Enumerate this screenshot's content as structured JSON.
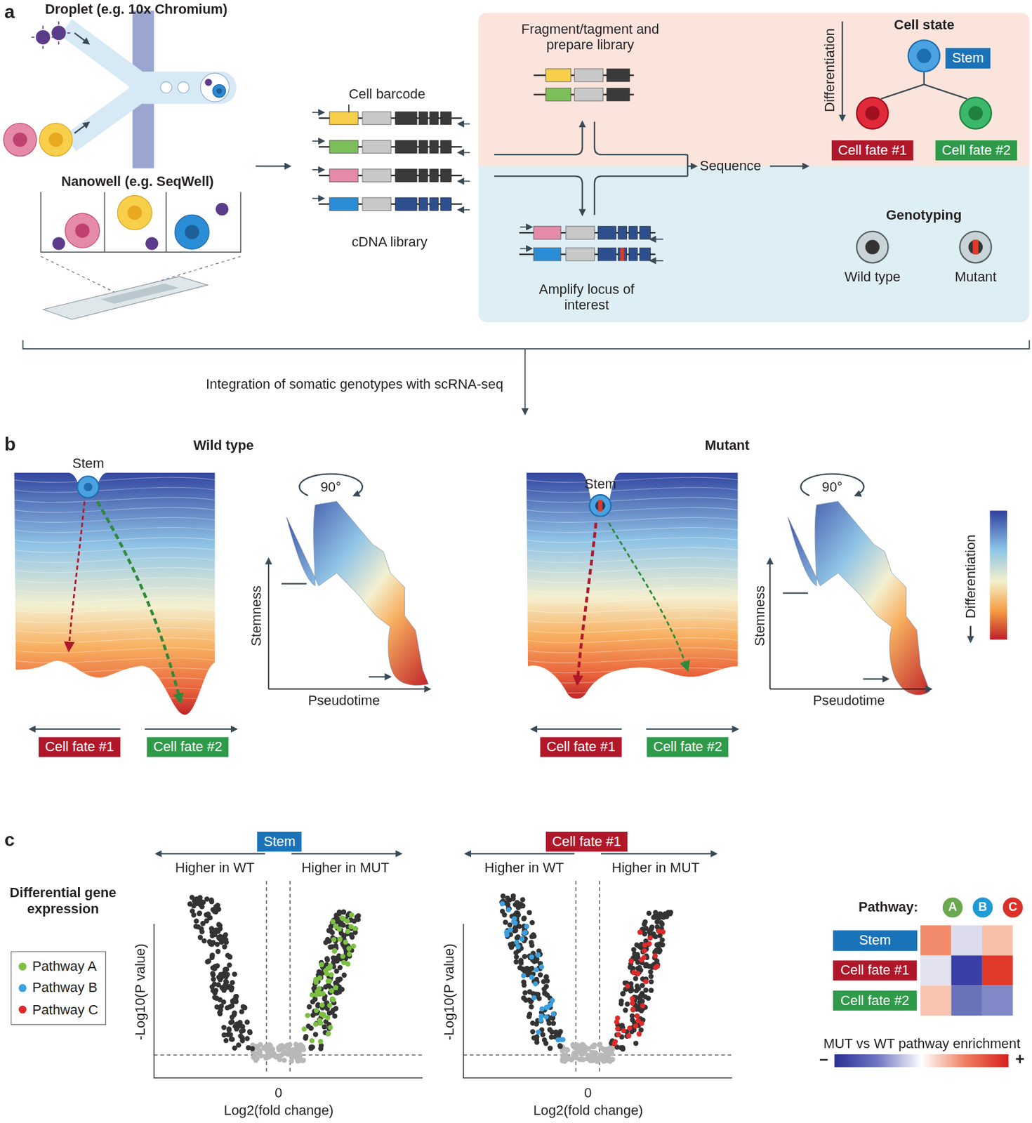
{
  "diagram": {
    "nodes": [
      {
        "text": [
          "Stem"
        ]
      },
      {
        "text": [
          "Cell fate #1"
        ]
      },
      {
        "text": [
          "Cell fate #2"
        ]
      },
      {
        "text": [
          "Cell fate #1"
        ]
      },
      {
        "text": [
          "Cell fate #2"
        ]
      },
      {
        "text": [
          "Cell fate #1"
        ]
      },
      {
        "text": [
          "Cell fate #2"
        ]
      },
      {
        "text": [
          "Stem"
        ]
      },
      {
        "text": [
          "Cell fate #1"
        ]
      },
      {
        "text": [
          "A"
        ]
      },
      {
        "text": [
          "B"
        ]
      },
      {
        "text": [
          "C"
        ]
      },
      {
        "text": [
          "Stem"
        ]
      },
      {
        "text": [
          "Cell fate #1"
        ]
      },
      {
        "text": [
          "Cell fate #2"
        ]
      }
    ],
    "labels": [
      "a",
      "Droplet (e.g. 10x Chromium)",
      "Nanowell (e.g. SeqWell)",
      "Cell barcode",
      "cDNA library",
      "Fragment/tagment and prepare library",
      "Sequence",
      "Amplify locus of interest",
      "Differentiation",
      "Cell state",
      "Genotyping",
      "Wild type",
      "Mutant",
      "Integration of somatic genotypes with scRNA-seq",
      "b",
      "Stem",
      "Wild type",
      "90°",
      "Stemness",
      "Pseudotime",
      "Mutant",
      "Stem",
      "90°",
      "Stemness",
      "Pseudotime",
      "Differentiation",
      "c",
      "Differential gene expression",
      "Higher in WT",
      "Higher in MUT",
      "-Log10(P value)",
      "0",
      "Log2(fold change)",
      "Higher in WT",
      "Higher in MUT",
      "-Log10(P value)",
      "0",
      "Log2(fold change)",
      "Pathway:",
      "MUT vs WT pathway enrichment",
      "–",
      "+"
    ],
    "legend": [
      {
        "text": "Pathway A",
        "color": "#7cc043"
      },
      {
        "text": "Pathway B",
        "color": "#3aa0e0"
      },
      {
        "text": "Pathway C",
        "color": "#e02a2a"
      }
    ]
  }
}
